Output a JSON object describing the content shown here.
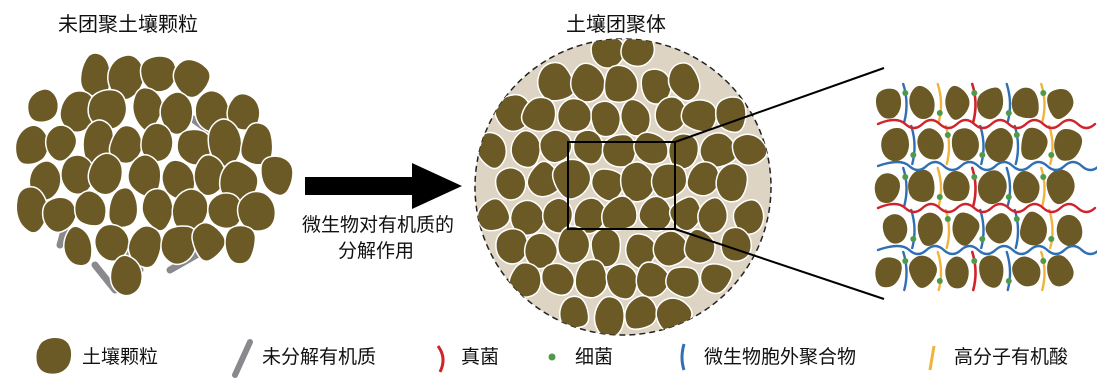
{
  "titles": {
    "left": "未团聚土壤颗粒",
    "middle": "土壤团聚体"
  },
  "arrow_text": {
    "line1": "微生物对有机质的",
    "line2": "分解作用"
  },
  "legend": {
    "soil_particle": "土壤颗粒",
    "organic_matter": "未分解有机质",
    "fungi": "真菌",
    "bacteria": "细菌",
    "eps": "微生物胞外聚合物",
    "organic_acid": "高分子有机酸"
  },
  "colors": {
    "soil": "#6b5a26",
    "organic_matter": "#8a8a8e",
    "fungi": "#d0242c",
    "bacteria": "#4e9a4a",
    "eps": "#2f6fb2",
    "organic_acid": "#f0b43c",
    "aggregate_bg": "#ddd4c4"
  }
}
